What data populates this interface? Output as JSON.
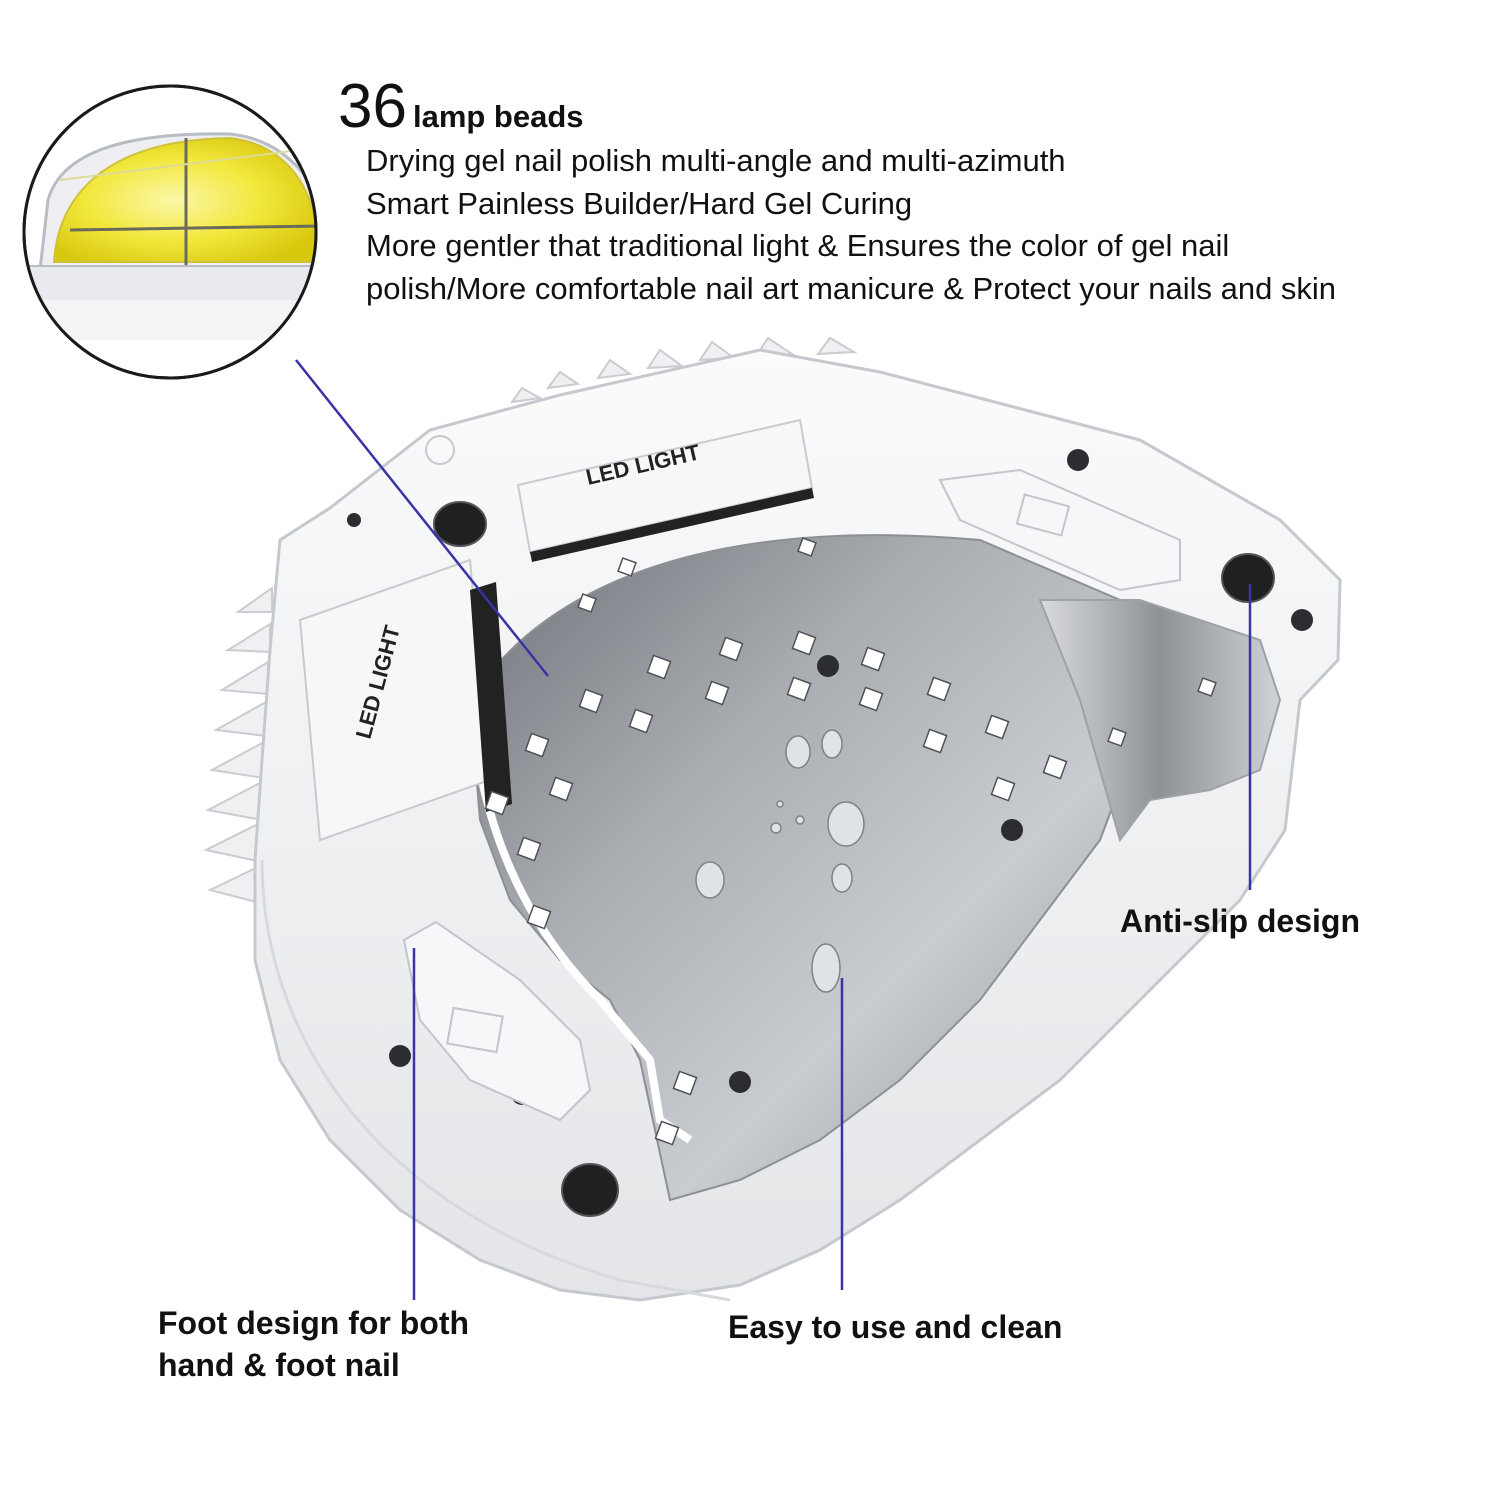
{
  "headline": {
    "count": "36",
    "label": "lamp beads"
  },
  "description": [
    "Drying gel nail polish multi-angle and multi-azimuth",
    "Smart Painless Builder/Hard Gel Curing",
    "More gentler that traditional light & Ensures the color of gel nail",
    "polish/More comfortable nail art manicure & Protect your nails and skin"
  ],
  "callouts": {
    "anti_slip": "Anti-slip design",
    "foot_design": [
      "Foot design for both",
      "hand & foot nail"
    ],
    "easy_clean": "Easy to use and clean"
  },
  "device_labels": {
    "top_label": "LED LIGHT",
    "side_label": "LED LIGHT"
  },
  "colors": {
    "callout_line": "#3a33a8",
    "bead_glow": "#f2e83c",
    "body_white": "#f4f5f7",
    "reflector_gray": "#9a9ea4"
  }
}
